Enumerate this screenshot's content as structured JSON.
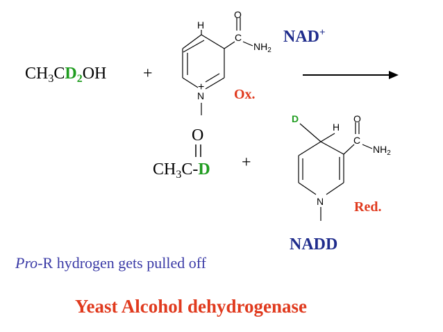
{
  "reactant": {
    "prefix": "CH",
    "sub1": "3",
    "c": "C",
    "d": "D",
    "sub2": "2",
    "suffix": "OH",
    "plus": "+"
  },
  "nad_plus": {
    "name": "NAD",
    "charge": "+",
    "role": "Ox.",
    "atom_o": "O",
    "atom_c": "C",
    "atom_nh": "NH",
    "atom_nh_sub": "2",
    "atom_h": "H",
    "atom_n": "N",
    "atom_charge": "+"
  },
  "product_aldehyde": {
    "o": "O",
    "prefix": "CH",
    "sub": "3",
    "c": "C-",
    "d": "D",
    "plus": "+"
  },
  "nadd": {
    "name": "NADD",
    "role": "Red.",
    "atom_d": "D",
    "atom_h": "H",
    "atom_o": "O",
    "atom_c": "C",
    "atom_nh": "NH",
    "atom_nh_sub": "2",
    "atom_n": "N"
  },
  "note": {
    "italic": "Pro",
    "rest": "-R hydrogen gets pulled off"
  },
  "enzyme_title": "Yeast Alcohol dehydrogenase"
}
